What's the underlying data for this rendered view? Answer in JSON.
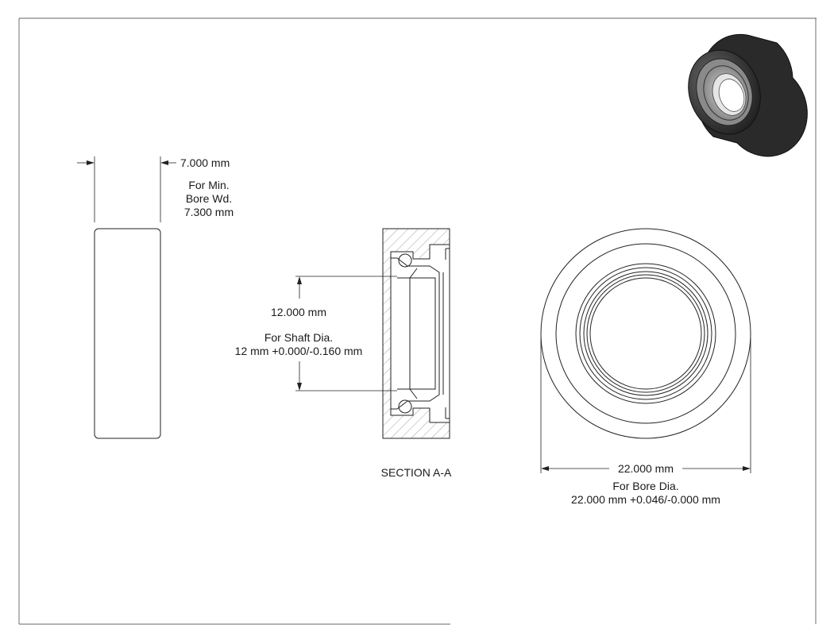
{
  "views": {
    "side": {
      "width_value": "7.000 mm",
      "note_line1": "For Min.",
      "note_line2": "Bore Wd.",
      "note_line3": "7.300 mm"
    },
    "section": {
      "shaft_value": "12.000 mm",
      "note_line1": "For Shaft Dia.",
      "note_line2": "12 mm +0.000/-0.160 mm",
      "title": "SECTION A-A"
    },
    "front": {
      "bore_value": "22.000 mm",
      "note_line1": "For Bore Dia.",
      "note_line2": "22.000 mm +0.046/-0.000 mm"
    }
  },
  "colors": {
    "line": "#222222",
    "hatch": "#8c8c8c",
    "render_dark": "#2a2a2a",
    "render_light": "#a8a8a8"
  }
}
